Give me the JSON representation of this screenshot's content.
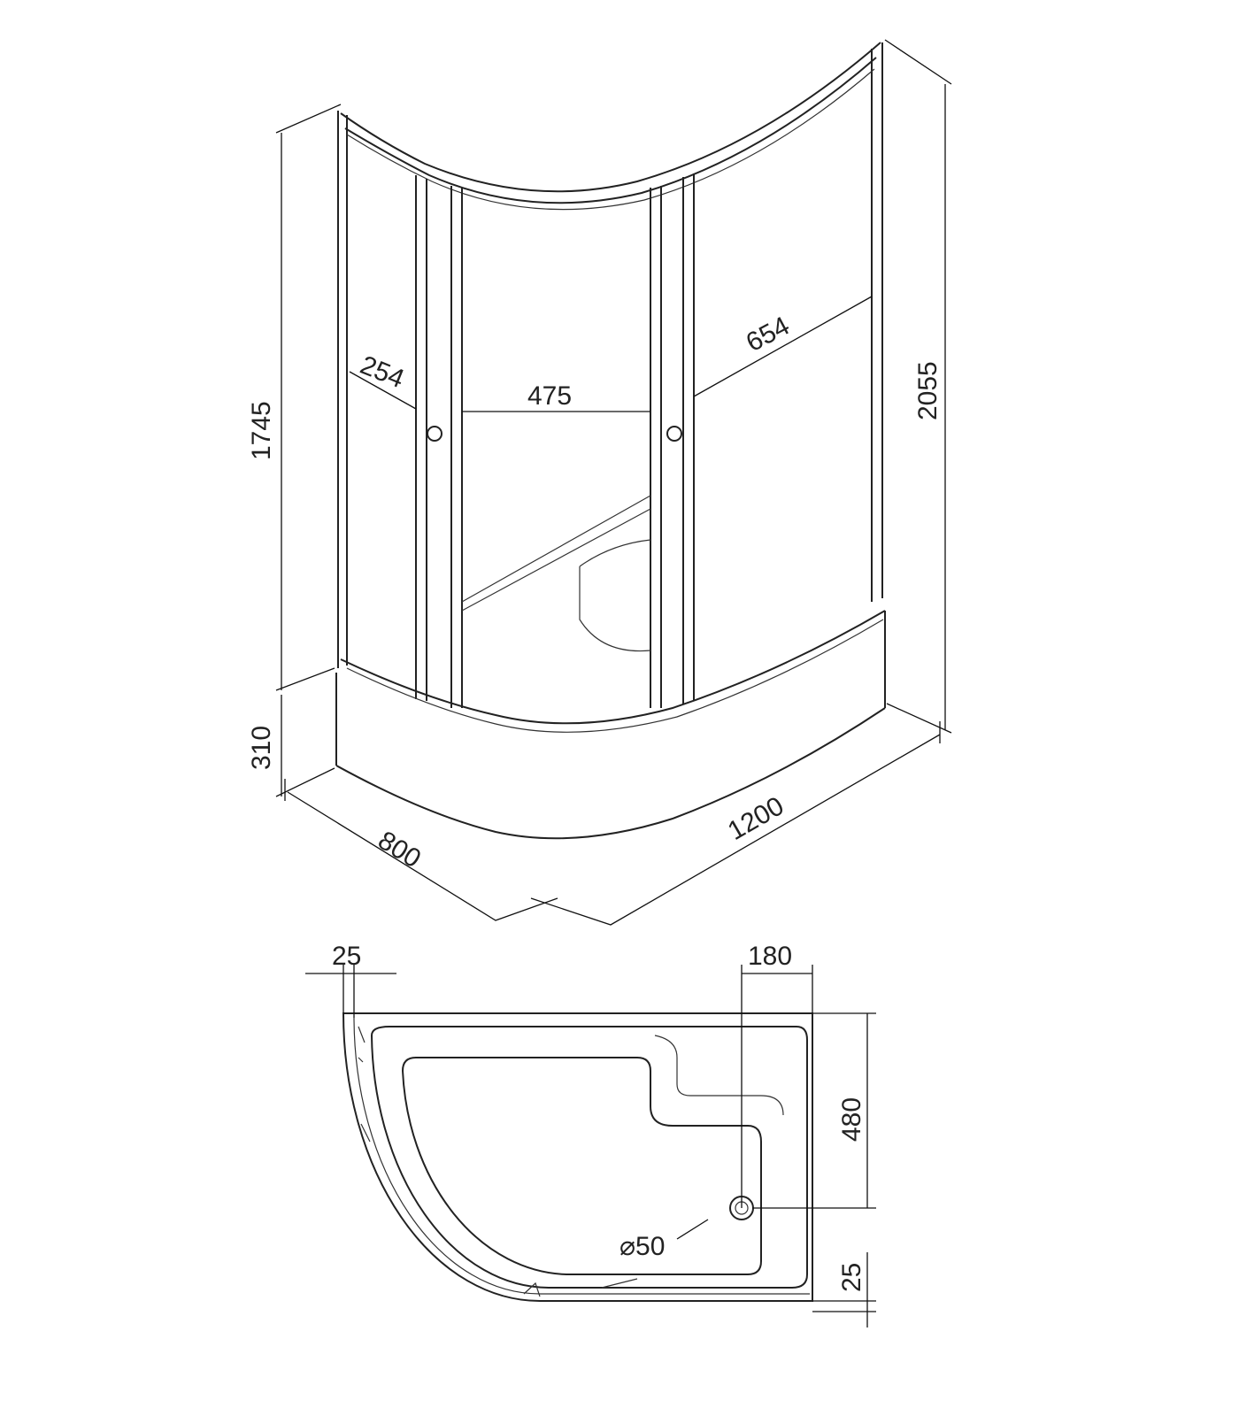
{
  "title": "Shower cabin dimension drawing",
  "dimensions": {
    "left_panel_width": "254",
    "door_opening": "475",
    "right_panel_width": "654",
    "glass_height": "1745",
    "tray_height": "310",
    "total_height": "2055",
    "depth": "800",
    "length": "1200",
    "frame_offset_top": "25",
    "drain_offset_x": "180",
    "drain_offset_y": "480",
    "frame_offset_bottom": "25",
    "drain_diameter": "⌀50"
  }
}
